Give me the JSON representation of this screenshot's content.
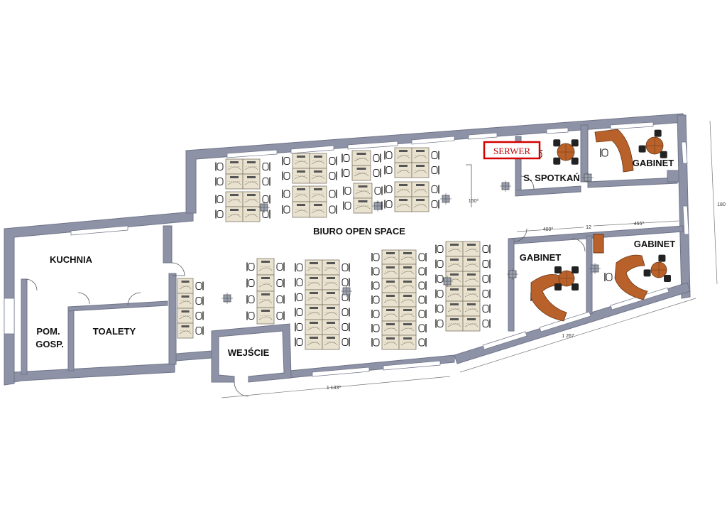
{
  "rooms": {
    "kuchnia": "KUCHNIA",
    "pom_line1": "POM.",
    "pom_line2": "GOSP.",
    "toalety": "TOALETY",
    "wejscie": "WEJŚCIE",
    "open_space": "BIURO OPEN SPACE",
    "server": "SERWER",
    "meeting": "S. SPOTKAŃ",
    "gabinet_top": "GABINET",
    "gabinet_mid": "GABINET",
    "gabinet_right": "GABINET"
  },
  "dimensions": {
    "bottom_left": "1 133⁰",
    "bottom_right": "1 267",
    "corridor": "150⁰",
    "gabinet_mid_width": "400⁰",
    "gap": "12",
    "gabinet_right_width": "455⁰",
    "side": "180"
  },
  "colors": {
    "wall": "#8e92a6",
    "wall_dark": "#6f7488",
    "desk": "#e9e2cf",
    "desk_edge": "#7d7566",
    "wood": "#b8612b",
    "wood_edge": "#6b3410",
    "server_red": "#d40000"
  }
}
